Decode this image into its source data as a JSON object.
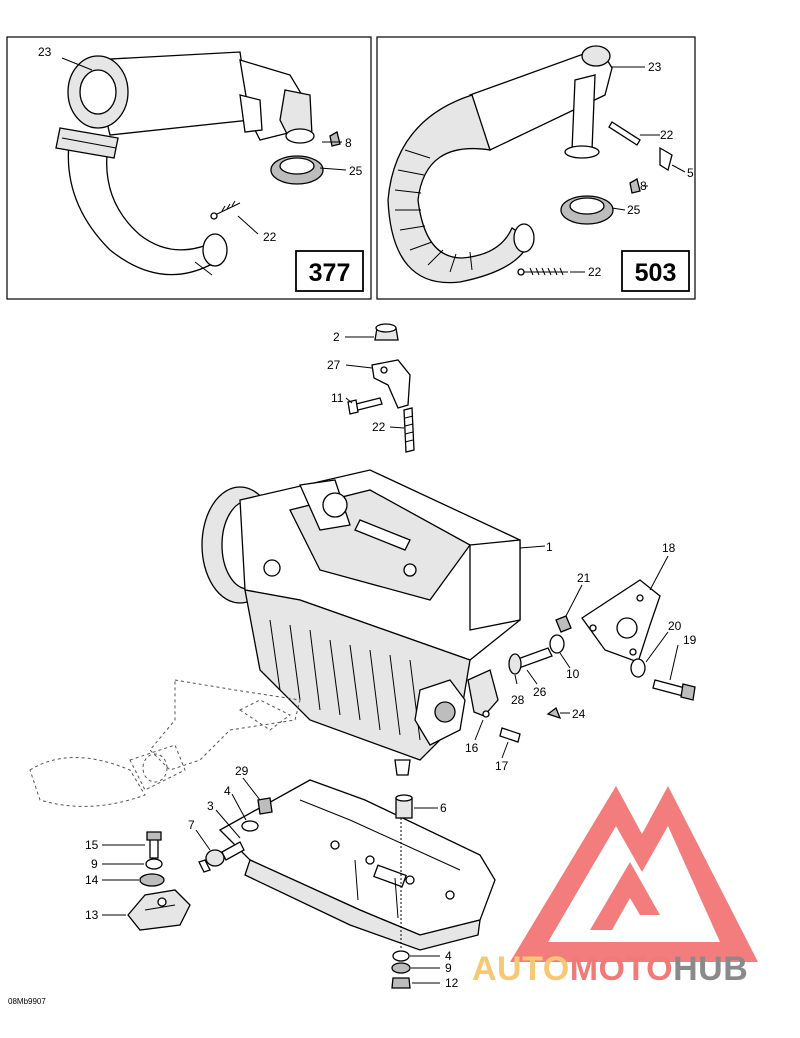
{
  "insets": [
    {
      "engine": "377",
      "callouts": [
        "23",
        "8",
        "25",
        "22"
      ]
    },
    {
      "engine": "503",
      "callouts": [
        "23",
        "22",
        "5",
        "8",
        "25",
        "22"
      ]
    }
  ],
  "callouts": {
    "c2": "2",
    "c27": "27",
    "c11": "11",
    "c22": "22",
    "c1": "1",
    "c18": "18",
    "c21": "21",
    "c20": "20",
    "c19": "19",
    "c10": "10",
    "c28": "28",
    "c26": "26",
    "c24": "24",
    "c16": "16",
    "c17": "17",
    "c29": "29",
    "c4a": "4",
    "c3": "3",
    "c7": "7",
    "c6": "6",
    "c15": "15",
    "c9a": "9",
    "c14": "14",
    "c13": "13",
    "c4b": "4",
    "c9b": "9",
    "c12": "12"
  },
  "figure_ref": "08Mb9907",
  "watermark": {
    "parts": [
      "AUTO",
      "MOTO",
      "HUB"
    ],
    "colors": {
      "auto": "#f7c873",
      "moto": "#f07a78",
      "hub": "#8a8a8a",
      "logo": "#f26f6f"
    }
  }
}
